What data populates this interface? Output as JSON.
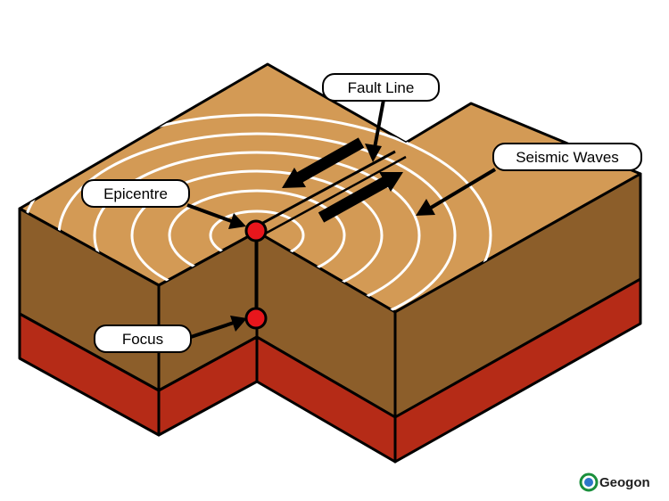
{
  "labels": {
    "fault_line": "Fault Line",
    "seismic_waves": "Seismic Waves",
    "epicentre": "Epicentre",
    "focus": "Focus"
  },
  "logo": {
    "text": "Geogon"
  },
  "colors": {
    "surface": "#D39A55",
    "crust_side": "#8C5E2A",
    "lower_layer": "#B52B17",
    "waves": "#FFFFFF",
    "marker": "#E8161C",
    "outline": "#000000"
  }
}
